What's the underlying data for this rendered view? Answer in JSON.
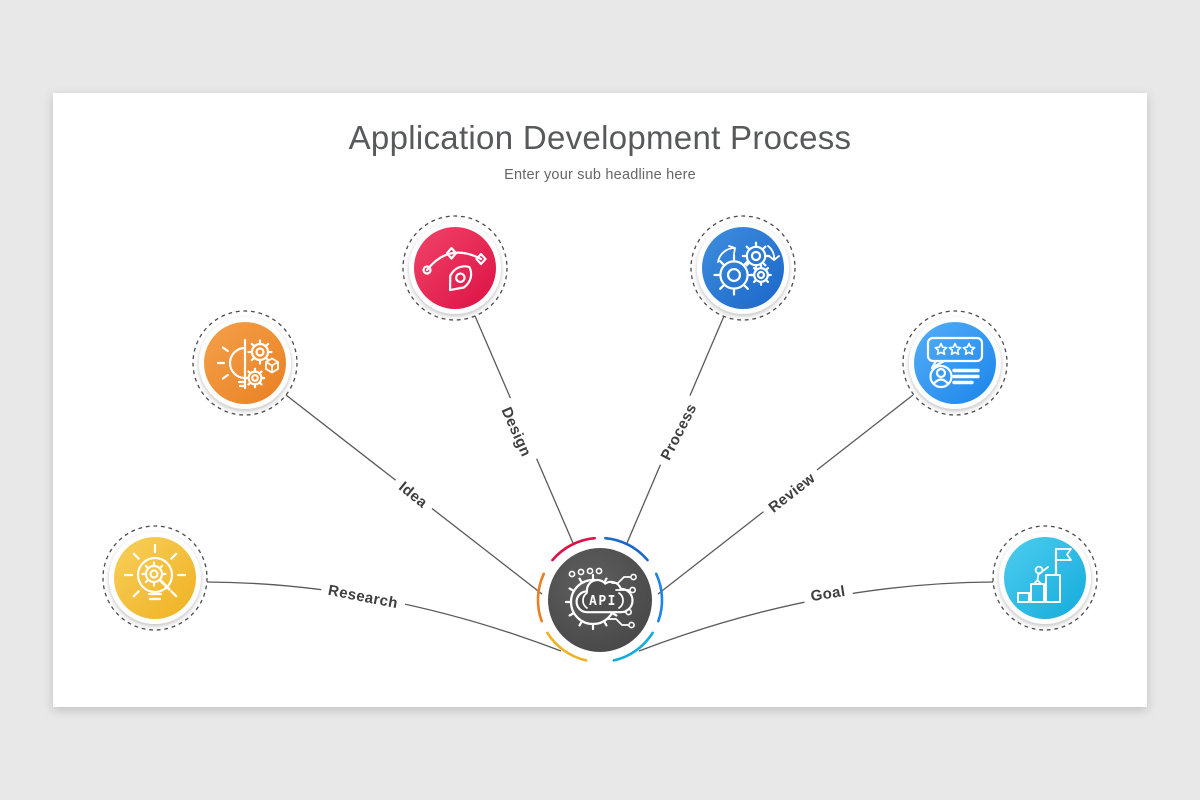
{
  "header": {
    "title": "Application Development Process",
    "subtitle": "Enter your sub headline here"
  },
  "hub": {
    "label": "API",
    "icon": "api-cloud-gear-circuit-icon",
    "color_center": "#5f5f5f",
    "color_edge": "#454545"
  },
  "style": {
    "line_color": "#5a5a5a",
    "dash_color": "#4c4c4c",
    "background": "#e9e8e8",
    "slide_background": "#ffffff"
  },
  "nodes": [
    {
      "label": "Research",
      "icon": "lightbulb-gear-magnifier-icon",
      "color": "#efb122",
      "color_light": "#f8cf5a"
    },
    {
      "label": "Idea",
      "icon": "half-bulb-gears-cube-icon",
      "color": "#e98122",
      "color_light": "#f4a04b"
    },
    {
      "label": "Design",
      "icon": "pen-tool-bezier-icon",
      "color": "#dc1145",
      "color_light": "#f04468"
    },
    {
      "label": "Process",
      "icon": "three-gears-arrows-icon",
      "color": "#1b66c9",
      "color_light": "#3e8ede"
    },
    {
      "label": "Review",
      "icon": "rating-stars-person-icon",
      "color": "#1b84ea",
      "color_light": "#55aef7"
    },
    {
      "label": "Goal",
      "icon": "flag-on-steps-icon",
      "color": "#14abdc",
      "color_light": "#4ecdee"
    }
  ]
}
